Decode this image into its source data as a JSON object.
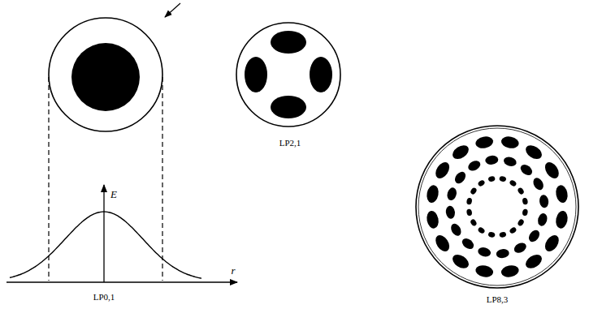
{
  "diagram": {
    "labels": [
      "E",
      "r",
      "LP0,1",
      "LP2,1",
      "LP8,3"
    ]
  }
}
